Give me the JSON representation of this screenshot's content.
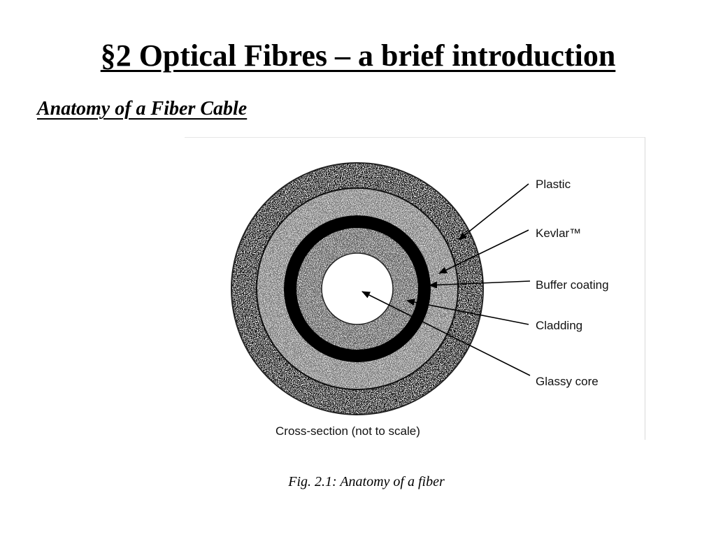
{
  "slide": {
    "title": "§2 Optical Fibres – a brief introduction",
    "subtitle": "Anatomy of a Fiber Cable",
    "caption": "Fig. 2.1: Anatomy of a fiber"
  },
  "diagram": {
    "labels": {
      "plastic": "Plastic",
      "kevlar": "Kevlar™",
      "buffer_coating": "Buffer coating",
      "cladding": "Cladding",
      "glassy_core": "Glassy core"
    },
    "footer": "Cross-section (not to scale)"
  }
}
